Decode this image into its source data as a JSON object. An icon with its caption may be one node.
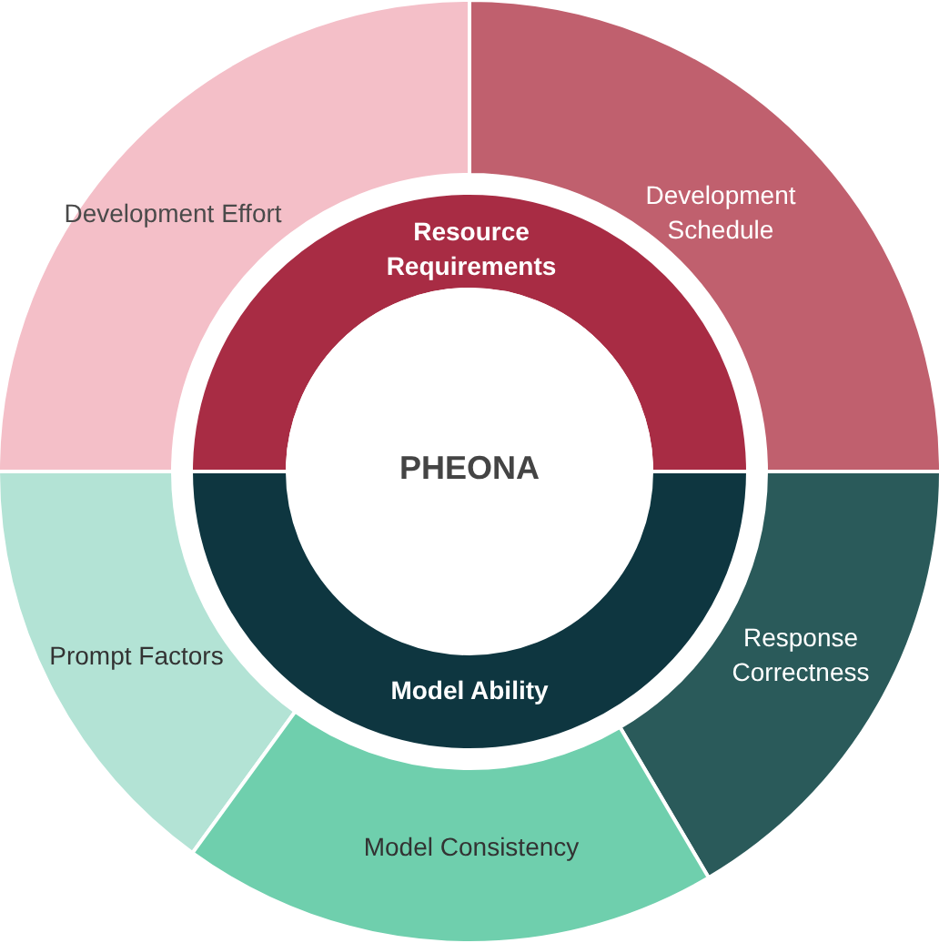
{
  "diagram": {
    "nodes": [
      {
        "text": [
          "Development Effort"
        ]
      },
      {
        "text": [
          "Development Schedule"
        ]
      },
      {
        "text": [
          "Resource Requirements"
        ]
      },
      {
        "text": [
          "PHEONA"
        ]
      },
      {
        "text": [
          "Prompt Factors"
        ]
      },
      {
        "text": [
          "Response Correctness"
        ]
      },
      {
        "text": [
          "Model Ability"
        ]
      },
      {
        "text": [
          "Model Consistency"
        ]
      }
    ]
  }
}
